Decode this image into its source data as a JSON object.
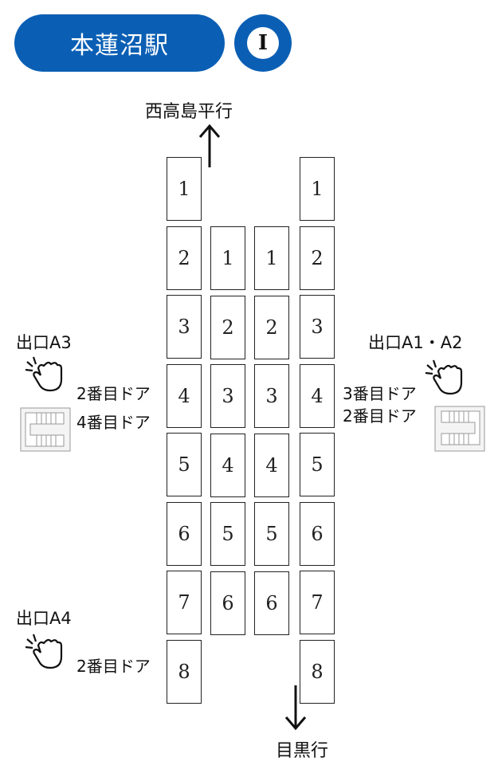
{
  "station": {
    "name": "本蓮沼駅",
    "line_letter": "I",
    "color": "#0a5fb4"
  },
  "directions": {
    "north": "西高島平行",
    "south": "目黒行"
  },
  "exits": {
    "a3": {
      "label": "出口A3",
      "doors": [
        "2番目ドア",
        "4番目ドア"
      ]
    },
    "a1a2": {
      "label": "出口A1・A2",
      "doors": [
        "3番目ドア",
        "2番目ドア"
      ]
    },
    "a4": {
      "label": "出口A4",
      "doors": [
        "2番目ドア"
      ]
    }
  },
  "trains": {
    "col1": [
      "1",
      "2",
      "3",
      "4",
      "5",
      "6",
      "7",
      "8"
    ],
    "col2": [
      "1",
      "2",
      "3",
      "4",
      "5",
      "6"
    ],
    "col3": [
      "1",
      "2",
      "3",
      "4",
      "5",
      "6"
    ],
    "col4": [
      "1",
      "2",
      "3",
      "4",
      "5",
      "6",
      "7",
      "8"
    ]
  },
  "icons": [
    "hand-elevator-icon",
    "stairs-icon",
    "arrow-up-icon",
    "arrow-down-icon"
  ]
}
